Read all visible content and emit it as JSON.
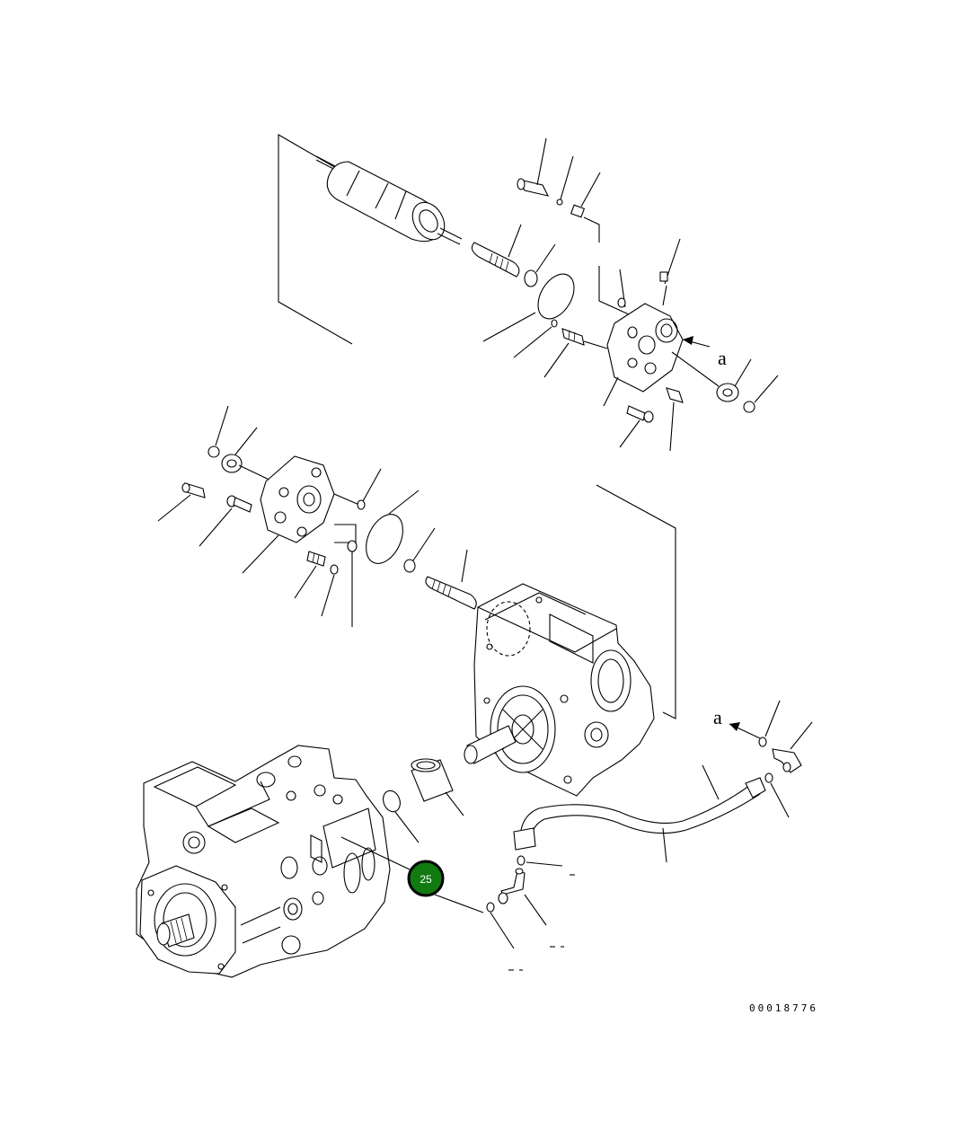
{
  "diagram": {
    "reference_number": "00018776",
    "callout": {
      "label": "25",
      "color": "#117a11",
      "border": "#000000"
    },
    "view_marks": [
      {
        "id": "upper",
        "letter": "a"
      },
      {
        "id": "lower",
        "letter": "a"
      }
    ]
  }
}
